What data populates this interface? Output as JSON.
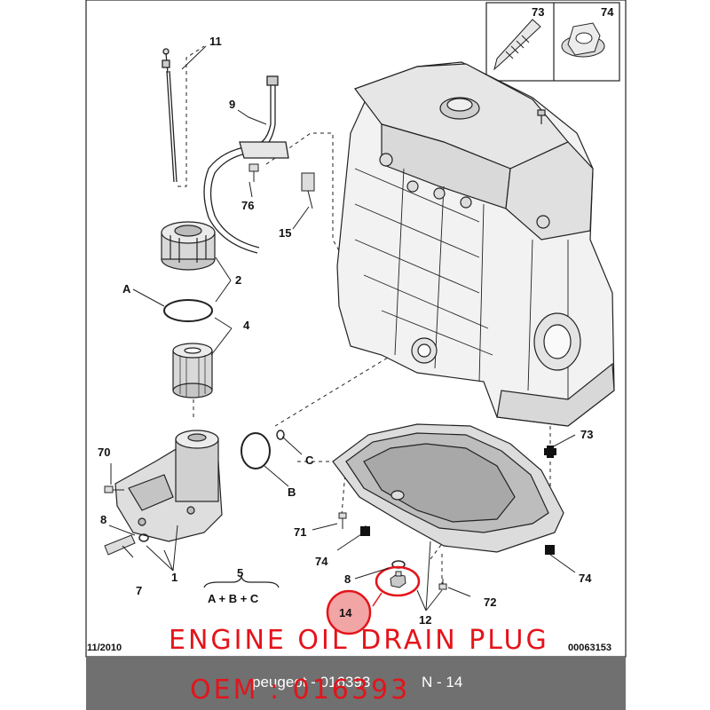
{
  "colors": {
    "highlight_red": "#e4141b",
    "bubble_fill": "#f2a5a5",
    "footer_band": "#707070"
  },
  "inset": {
    "left_label": "73",
    "right_label": "74"
  },
  "callouts": {
    "c11": "11",
    "c9": "9",
    "c76": "76",
    "c15": "15",
    "cA": "A",
    "c2": "2",
    "c4": "4",
    "c70": "70",
    "c8a": "8",
    "c7": "7",
    "c1": "1",
    "cC": "C",
    "cB": "B",
    "c5": "5",
    "formula": "A + B + C",
    "c73": "73",
    "c74r": "74",
    "c71": "71",
    "c74l": "74",
    "c8b": "8",
    "c72": "72",
    "c12": "12",
    "c14": "14"
  },
  "footer": {
    "date": "11/2010",
    "code": "00063153",
    "ref": "peugeot - 016393",
    "page": "N - 14"
  },
  "overlay": {
    "title": "ENGINE OIL DRAIN PLUG",
    "oem": "OEM : 016393"
  }
}
